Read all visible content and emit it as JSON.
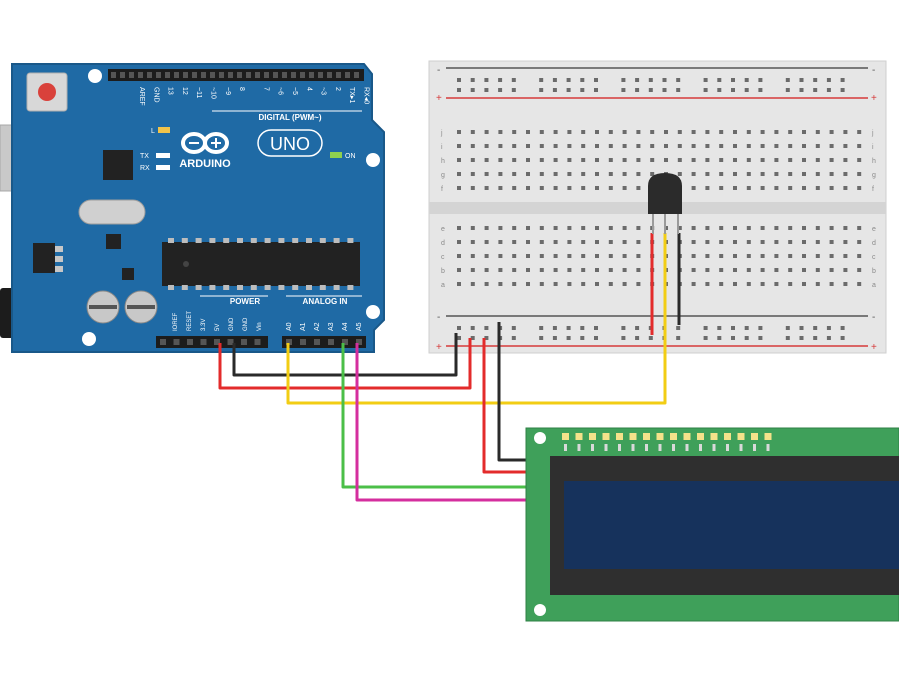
{
  "arduino": {
    "brand": "ARDUINO",
    "model": "UNO",
    "digital_label": "DIGITAL (PWM~)",
    "power_label": "POWER",
    "analog_label": "ANALOG IN",
    "led_l": "L",
    "led_tx": "TX",
    "led_rx": "RX",
    "led_on": "ON",
    "digital_pins": [
      "AREF",
      "GND",
      "13",
      "12",
      "~11",
      "~10",
      "~9",
      "8",
      "7",
      "~6",
      "~5",
      "4",
      "~3",
      "2",
      "TX▸1",
      "RX◂0"
    ],
    "power_pins": [
      "IOREF",
      "RESET",
      "3.3V",
      "5V",
      "GND",
      "GND",
      "Vin"
    ],
    "analog_pins": [
      "A0",
      "A1",
      "A2",
      "A3",
      "A4",
      "A5"
    ],
    "board_color": "#1f6aa5"
  },
  "breadboard": {
    "plus_sign": "+",
    "minus_sign": "-",
    "row_labels": [
      "a",
      "b",
      "c",
      "d",
      "e",
      "f",
      "g",
      "h",
      "i",
      "j"
    ]
  },
  "lcd": {
    "board_color": "#3fa05a",
    "screen_color": "#16325c"
  },
  "wire_colors": {
    "red": "#e32b2b",
    "black": "#2a2a2a",
    "yellow": "#f2cd14",
    "green": "#4bbf48",
    "magenta": "#d42e9e"
  }
}
